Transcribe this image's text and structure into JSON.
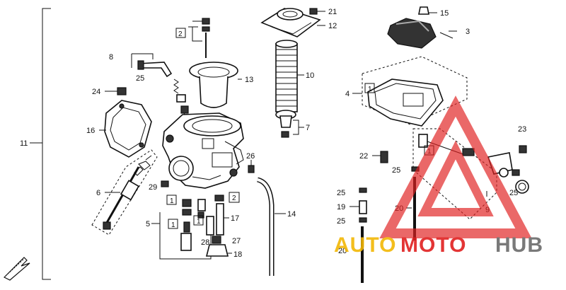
{
  "labels": {
    "p1": "1",
    "p2": "2",
    "p3": "3",
    "p4": "4",
    "p5": "5",
    "p6": "6",
    "p7": "7",
    "p8": "8",
    "p9": "9",
    "p10": "10",
    "p11": "11",
    "p12": "12",
    "p13": "13",
    "p14": "14",
    "p15": "15",
    "p16": "16",
    "p17": "17",
    "p18": "18",
    "p19": "19",
    "p20a": "20",
    "p20b": "20",
    "p21": "21",
    "p22": "22",
    "p23": "23",
    "p24": "24",
    "p25a": "25",
    "p25b": "25",
    "p25c": "25",
    "p25d": "25",
    "p25e": "25",
    "p26": "26",
    "p27": "27",
    "p28": "28",
    "p29": "29",
    "box1a": "1",
    "box1b": "1",
    "box1c": "1",
    "box1d": "1",
    "box1e": "1",
    "box2a": "2",
    "box2b": "2"
  },
  "watermark": {
    "auto": "AUTO",
    "moto": "MOTO",
    "hub": "HUB",
    "colors": {
      "red": "#e02020",
      "yellow": "#f2b705",
      "gray": "#6b6b6b"
    }
  },
  "icons": {
    "front_arrow": "front-arrow-icon",
    "logo": "triangle-logo-icon"
  }
}
